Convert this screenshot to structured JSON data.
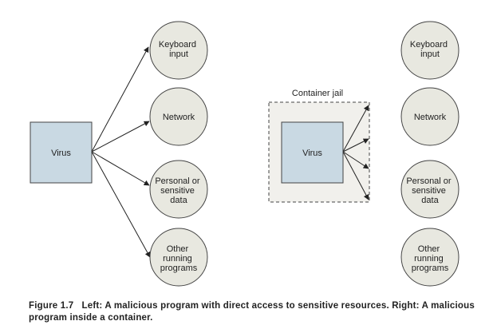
{
  "colors": {
    "circle_fill": "#e8e8e0",
    "virus_fill": "#c9d9e3",
    "jail_fill": "#f1f0ec",
    "stroke": "#444444"
  },
  "left": {
    "virus_label": "Virus",
    "resources": [
      [
        "Keyboard",
        "input"
      ],
      [
        "Network"
      ],
      [
        "Personal or",
        "sensitive",
        "data"
      ],
      [
        "Other",
        "running",
        "programs"
      ]
    ]
  },
  "right": {
    "jail_label": "Container jail",
    "virus_label": "Virus",
    "resources": [
      [
        "Keyboard",
        "input"
      ],
      [
        "Network"
      ],
      [
        "Personal or",
        "sensitive",
        "data"
      ],
      [
        "Other",
        "running",
        "programs"
      ]
    ]
  },
  "caption": {
    "figure_label": "Figure 1.7",
    "text": "Left: A malicious program with direct access to sensitive resources. Right: A malicious program inside a container."
  }
}
